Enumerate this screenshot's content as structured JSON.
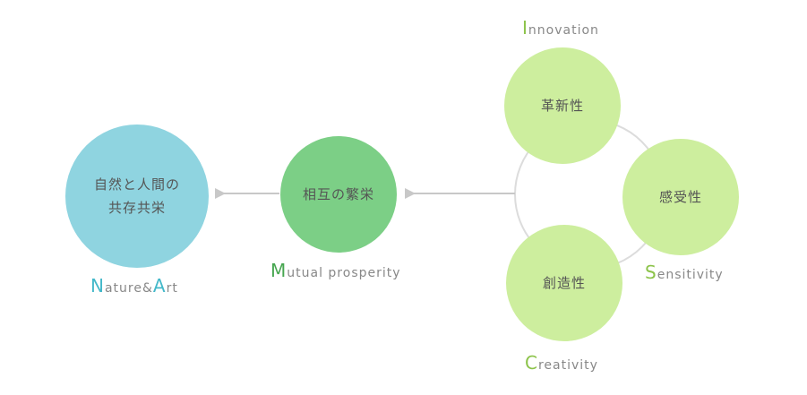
{
  "nodes": {
    "nature": {
      "label": "自然と人間の\n共存共栄"
    },
    "mutual": {
      "label": "相互の繁栄"
    },
    "innovation": {
      "label": "革新性"
    },
    "sensitivity": {
      "label": "感受性"
    },
    "creativity": {
      "label": "創造性"
    }
  },
  "tags": {
    "nature": {
      "cap1": "N",
      "rest1": "ature&",
      "cap2": "A",
      "rest2": "rt"
    },
    "mutual": {
      "cap": "M",
      "rest": "utual prosperity"
    },
    "innovation": {
      "cap": "I",
      "rest": "nnovation"
    },
    "sensitivity": {
      "cap": "S",
      "rest": "ensitivity"
    },
    "creativity": {
      "cap": "C",
      "rest": "reativity"
    }
  },
  "colors": {
    "nature": "#8fd4e0",
    "mutual": "#7ccf86",
    "triad": "#cdee9e",
    "arrow": "#c8c8c8"
  }
}
